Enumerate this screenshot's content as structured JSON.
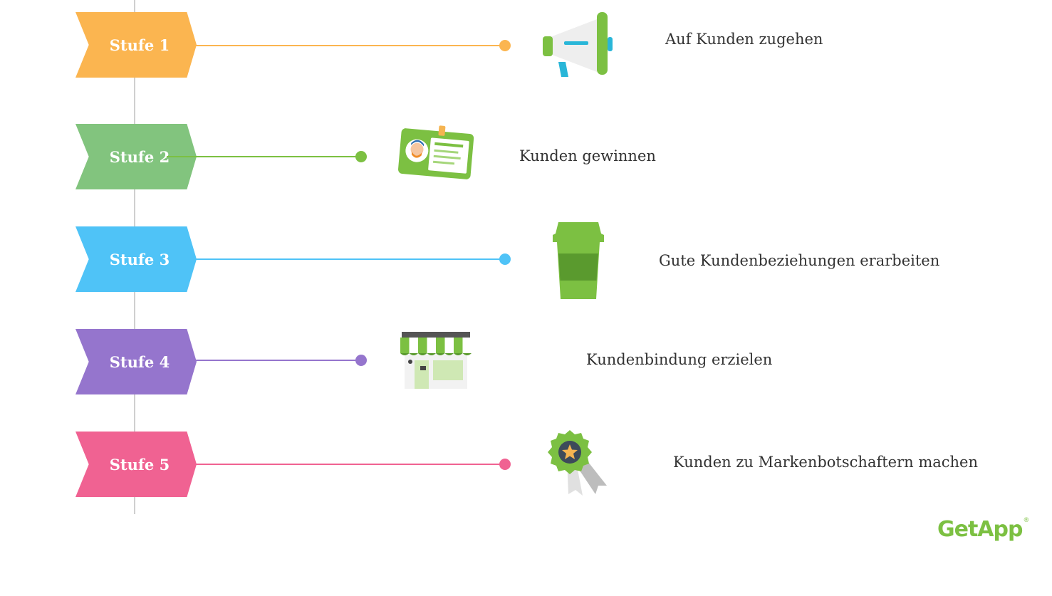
{
  "steps": [
    {
      "label": "Stufe 1",
      "text": "Auf Kunden zugehen",
      "color": "#fbb550",
      "icon": "megaphone-icon"
    },
    {
      "label": "Stufe 2",
      "text": "Kunden gewinnen",
      "color": "#82c47e",
      "icon": "id-card-icon"
    },
    {
      "label": "Stufe 3",
      "text": "Gute Kundenbeziehungen erarbeiten",
      "color": "#4fc3f7",
      "icon": "coffee-cup-icon"
    },
    {
      "label": "Stufe 4",
      "text": "Kundenbindung erzielen",
      "color": "#9575cd",
      "icon": "storefront-icon"
    },
    {
      "label": "Stufe 5",
      "text": "Kunden zu Markenbotschaftern machen",
      "color": "#f06292",
      "icon": "award-badge-icon"
    }
  ],
  "logo": {
    "text": "GetApp",
    "mark": "®",
    "color": "#7cc042"
  }
}
